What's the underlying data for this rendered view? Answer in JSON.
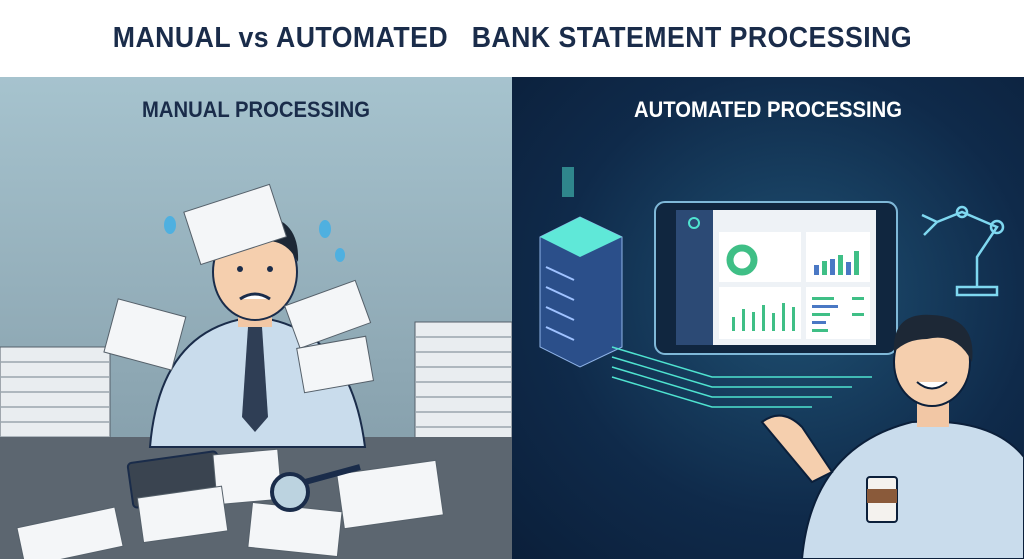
{
  "header": {
    "title": "MANUAL vs AUTOMATED   BANK STATEMENT PROCESSING"
  },
  "left_panel": {
    "title": "MANUAL PROCESSING"
  },
  "right_panel": {
    "title": "AUTOMATED PROCESSING"
  },
  "colors": {
    "navy": "#1a2c4a",
    "left_bg": "#a6c3ce",
    "right_bg": "#0f2a4a",
    "accent_green": "#3fbf86",
    "accent_blue": "#4a78c4",
    "glow": "#4fe3d0"
  }
}
